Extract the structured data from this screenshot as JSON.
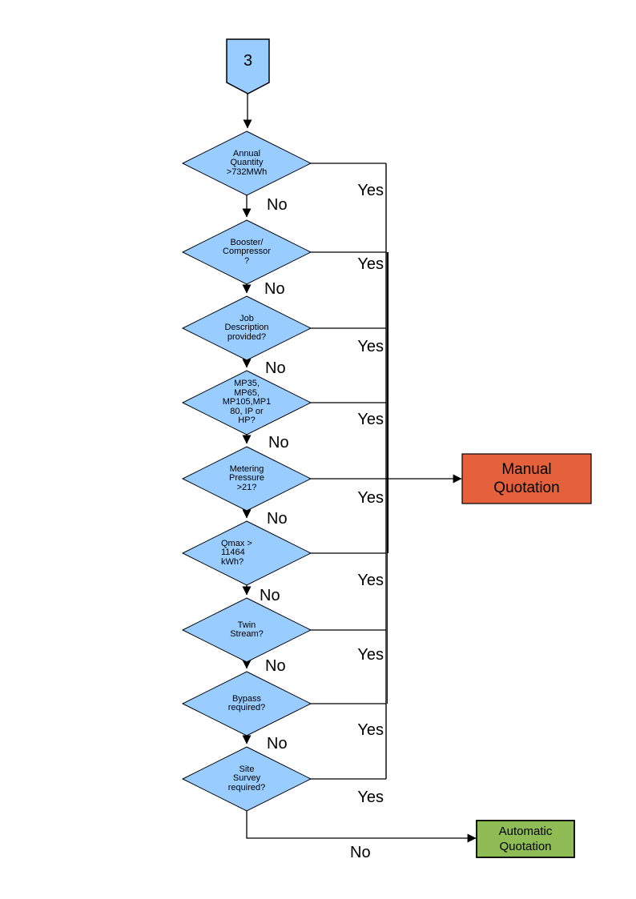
{
  "diagram": {
    "connector_label": "3",
    "decisions": [
      {
        "label": "Annual\nQuantity\n>732MWh",
        "yes": "Yes",
        "no": "No"
      },
      {
        "label": "Booster/\nCompressor\n?",
        "yes": "Yes",
        "no": "No"
      },
      {
        "label": "Job\nDescription\nprovided?",
        "yes": "Yes",
        "no": "No"
      },
      {
        "label": "MP35,\nMP65,\nMP105,MP1\n80, IP or\nHP?",
        "yes": "Yes",
        "no": "No"
      },
      {
        "label": "Metering\nPressure\n>21?",
        "yes": "Yes",
        "no": "No"
      },
      {
        "label": "Qmax >\n11464\nkWh?",
        "yes": "Yes",
        "no": "No"
      },
      {
        "label": "Twin\nStream?",
        "yes": "Yes",
        "no": "No"
      },
      {
        "label": "Bypass\nrequired?",
        "yes": "Yes",
        "no": "No"
      },
      {
        "label": "Site\nSurvey\nrequired?",
        "yes": "Yes",
        "no": "No"
      }
    ],
    "outcomes": {
      "manual": {
        "label": "Manual\nQuotation",
        "fill": "#e5613c"
      },
      "automatic": {
        "label": "Automatic\nQuotation",
        "fill": "#8fbc55"
      }
    },
    "colors": {
      "decision_fill": "#99ccff",
      "shape_border": "#000000",
      "line": "#000000"
    }
  }
}
